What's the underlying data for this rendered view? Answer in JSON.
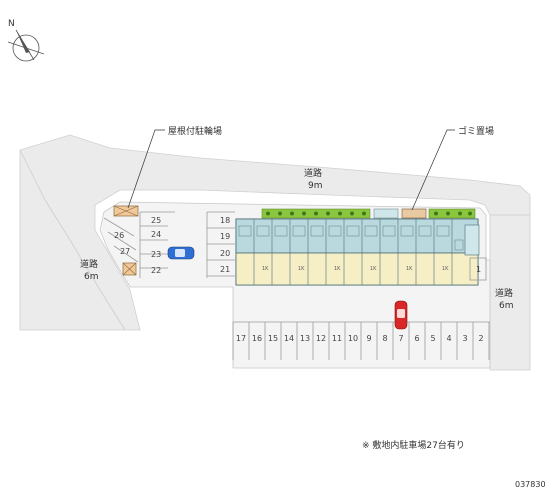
{
  "compass": {
    "north_label": "N"
  },
  "labels": {
    "covered_bike_parking": "屋根付駐輪場",
    "garbage_area": "ゴミ置場",
    "road_top_name": "道路",
    "road_top_width": "9m",
    "road_left_name": "道路",
    "road_left_width": "6m",
    "road_right_name": "道路",
    "road_right_width": "6m"
  },
  "parking": {
    "left_block_slots": [
      "25",
      "24",
      "23",
      "22"
    ],
    "angled_slots": [
      "26",
      "27"
    ],
    "small_block_slots": [
      "18",
      "19",
      "20",
      "21"
    ],
    "bottom_row_slots": [
      "17",
      "16",
      "15",
      "14",
      "13",
      "12",
      "11",
      "10",
      "9",
      "8",
      "7",
      "6",
      "5",
      "4",
      "3",
      "2"
    ],
    "right_slot": "1"
  },
  "footnote": "※ 敷地内駐車場27台有り",
  "map_id": "037830",
  "colors": {
    "road": "#ebebeb",
    "site": "#f4f4f4",
    "building": "#b9d9df",
    "unit": "#f6efc6",
    "hedge": "#8cc63f",
    "car_blue": "#2f6fd3",
    "car_red": "#d92626",
    "bike_roof": "#f2c89b"
  }
}
